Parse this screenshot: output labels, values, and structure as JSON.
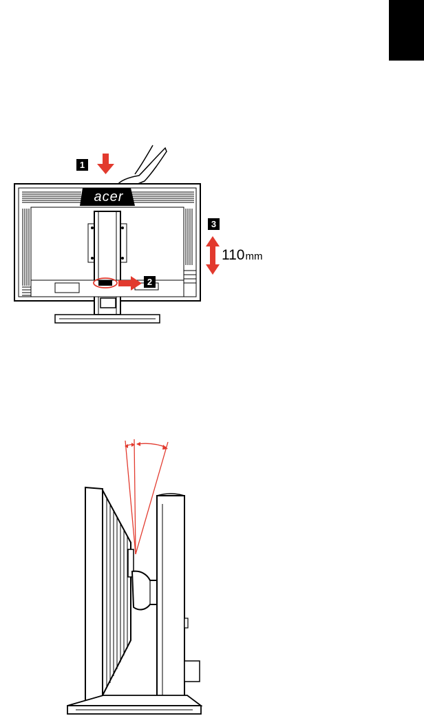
{
  "brand": {
    "logo_text": "acer"
  },
  "height_adjust": {
    "steps": [
      "1",
      "2",
      "3"
    ],
    "travel": {
      "value": "110",
      "unit": "mm"
    }
  },
  "colors": {
    "accent": "#e23a2e",
    "line": "#000000",
    "tab": "#000000"
  }
}
